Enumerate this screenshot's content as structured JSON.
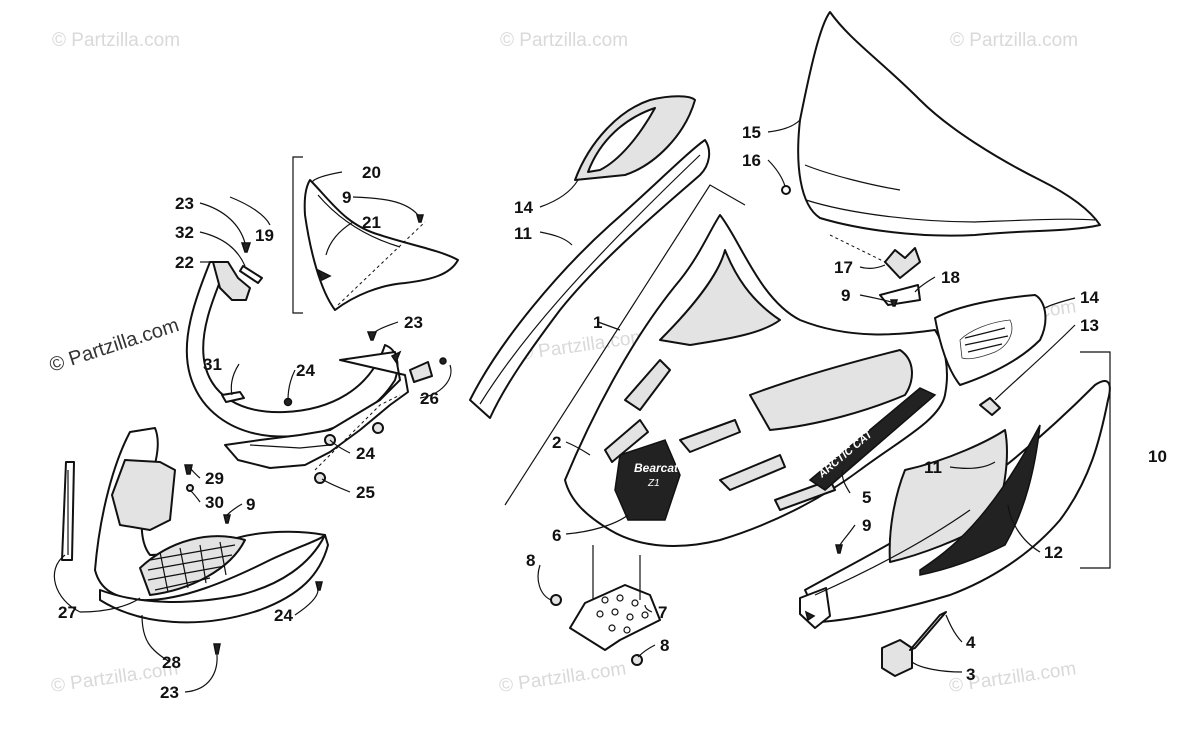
{
  "diagram": {
    "watermarks": [
      "© Partzilla.com",
      "© Partzilla.com",
      "© Partzilla.com",
      "© Partzilla.com",
      "© Partzilla.com",
      "© Partzilla.com",
      "© Partzilla.com",
      "© Partzilla.com",
      "© Partzilla.com"
    ],
    "decal_text": {
      "hood_badge": "Bearcat",
      "hood_badge_sub": "Z1",
      "side_script": "ARCTIC CAT"
    },
    "callouts": [
      "1",
      "2",
      "3",
      "4",
      "5",
      "6",
      "7",
      "8",
      "8",
      "9",
      "9",
      "9",
      "9",
      "10",
      "11",
      "11",
      "12",
      "13",
      "14",
      "14",
      "15",
      "16",
      "17",
      "18",
      "19",
      "20",
      "21",
      "22",
      "23",
      "23",
      "23",
      "24",
      "24",
      "24",
      "25",
      "26",
      "27",
      "28",
      "29",
      "30",
      "31",
      "32"
    ]
  }
}
